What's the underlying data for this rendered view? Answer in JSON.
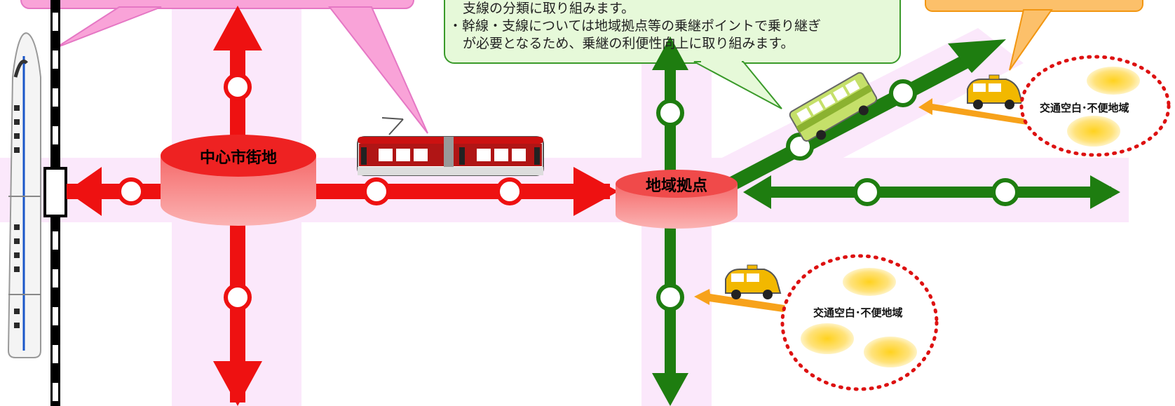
{
  "callout_green": {
    "line1": "支線の分類に取り組みます。",
    "line2": "・幹線・支線については地域拠点等の乗継ポイントで乗り継ぎ",
    "line3": "が必要となるため、乗継の利便性向上に取り組みます。"
  },
  "hubs": {
    "city_center": "中心市街地",
    "regional_hub": "地域拠点"
  },
  "areas": {
    "area1": "交通空白･不便地域",
    "area2": "交通空白･不便地域"
  },
  "colors": {
    "trunk_line": "#ee1111",
    "branch_line": "#1e7d10",
    "feeder": "#f7a21b",
    "corridor": "#fbe8fb",
    "callout_pink_fill": "#f9a3d8",
    "callout_green_fill": "#e6f9d9",
    "callout_green_border": "#3a9a2a",
    "callout_orange_fill": "#fcc06a",
    "dotted_area": "#dd1111"
  }
}
